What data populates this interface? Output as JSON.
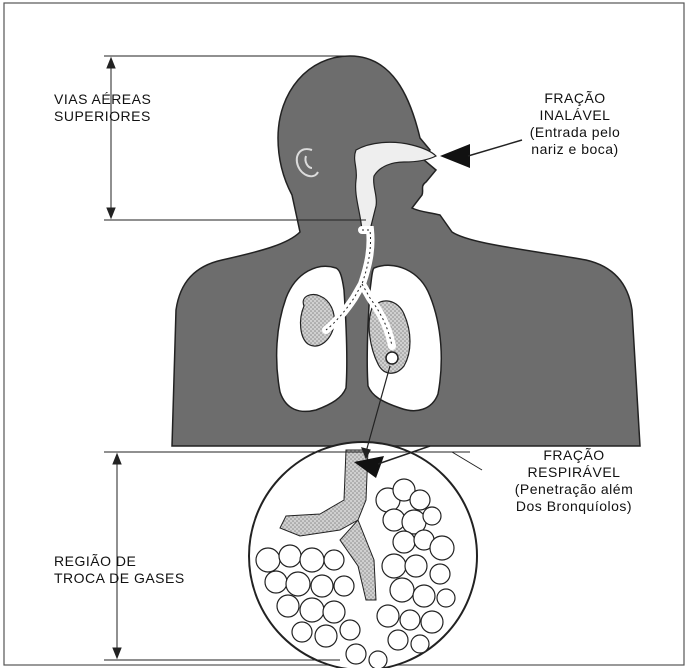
{
  "labels": {
    "upper_airways": [
      "VIAS AÉREAS",
      "SUPERIORES"
    ],
    "inhalable_fraction": [
      "FRAÇÃO",
      "INALÁVEL",
      "(Entrada pelo",
      "nariz e boca)"
    ],
    "respirable_fraction": [
      "FRAÇÃO",
      "RESPIRÁVEL",
      "(Penetração além",
      "Dos Bronquíolos)"
    ],
    "gas_exchange_region": [
      "REGIÃO DE",
      "TROCA DE GASES"
    ]
  },
  "colors": {
    "body_fill": "#6d6d6d",
    "lung_fill": "#ffffff",
    "outline": "#222222",
    "frame": "#555555"
  }
}
